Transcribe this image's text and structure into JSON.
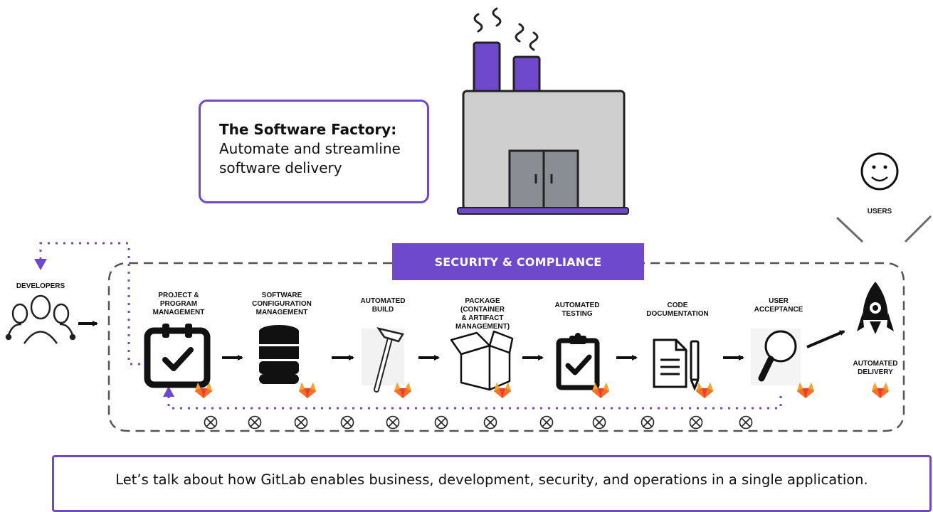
{
  "title": {
    "heading": "The Software Factory:",
    "subtitle": "Automate and streamline software delivery"
  },
  "banner": "SECURITY & COMPLIANCE",
  "actors": {
    "developers": "DEVELOPERS",
    "users": "USERS"
  },
  "stages": [
    {
      "label": "PROJECT &\nPROGRAM\nMANAGEMENT",
      "icon": "calendar-check-icon"
    },
    {
      "label": "SOFTWARE\nCONFIGURATION\nMANAGEMENT",
      "icon": "database-icon"
    },
    {
      "label": "AUTOMATED\nBUILD",
      "icon": "hammer-icon"
    },
    {
      "label": "PACKAGE\n(CONTAINER\n& ARTIFACT\nMANAGEMENT)",
      "icon": "open-box-icon"
    },
    {
      "label": "AUTOMATED\nTESTING",
      "icon": "clipboard-check-icon"
    },
    {
      "label": "CODE\nDOCUMENTATION",
      "icon": "document-pencil-icon"
    },
    {
      "label": "USER\nACCEPTANCE",
      "icon": "magnifier-icon"
    },
    {
      "label": "AUTOMATED\nDELIVERY",
      "icon": "rocket-icon"
    }
  ],
  "footer": "Let’s talk about how GitLab enables  business, development, security, and operations in a single application.",
  "colors": {
    "accent": "#6e49cb",
    "gitlab_orange": "#fc6d26",
    "gitlab_red": "#e24329",
    "gitlab_yellow": "#fca326",
    "factory_gray": "#cfcfcf",
    "door_gray": "#8a8d94"
  }
}
